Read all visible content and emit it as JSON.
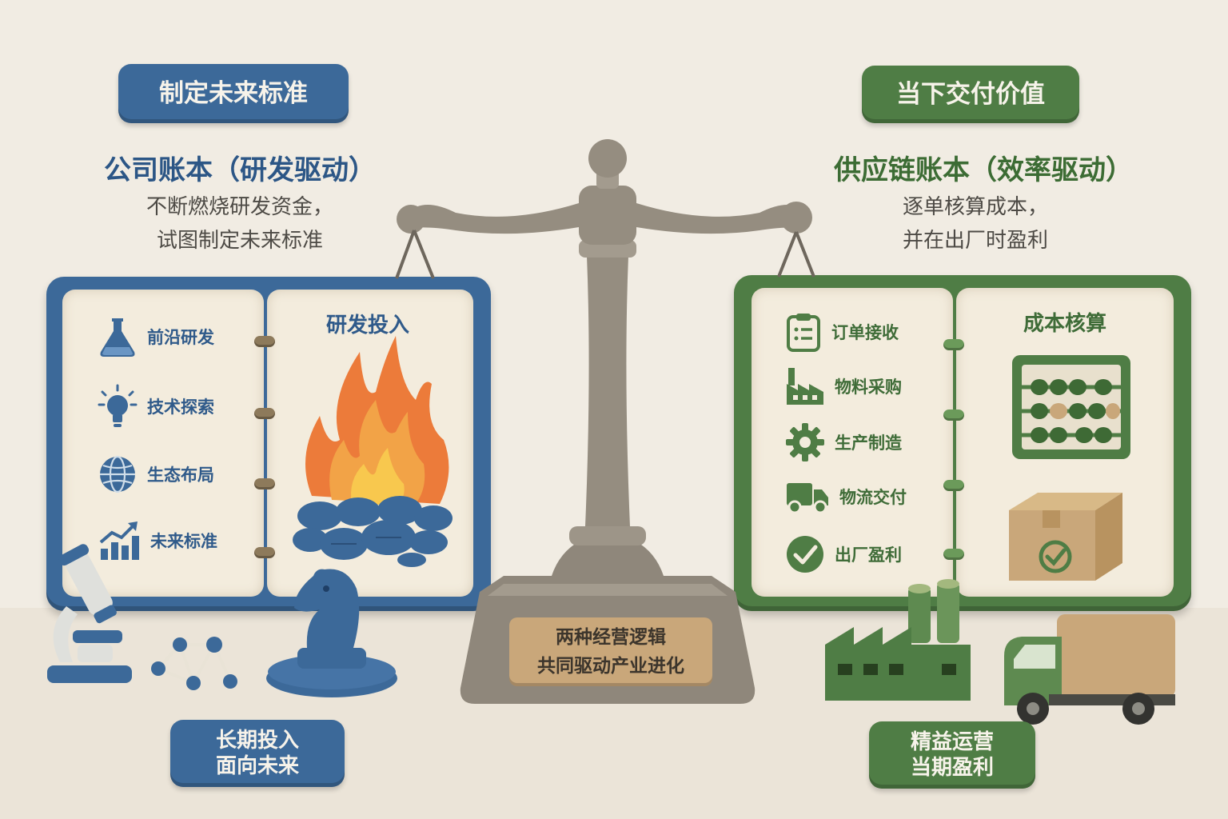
{
  "left": {
    "badge": "制定未来标准",
    "title": "公司账本（研发驱动）",
    "desc_line1": "不断燃烧研发资金，",
    "desc_line2": "试图制定未来标准",
    "book": {
      "items": [
        {
          "label": "前沿研发",
          "icon": "flask-icon"
        },
        {
          "label": "技术探索",
          "icon": "lightbulb-icon"
        },
        {
          "label": "生态布局",
          "icon": "globe-icon"
        },
        {
          "label": "未来标准",
          "icon": "growth-chart-icon"
        }
      ],
      "page_title": "研发投入"
    },
    "footer_line1": "长期投入",
    "footer_line2": "面向未来",
    "color": "#3c6999"
  },
  "right": {
    "badge": "当下交付价值",
    "title": "供应链账本（效率驱动）",
    "desc_line1": "逐单核算成本，",
    "desc_line2": "并在出厂时盈利",
    "book": {
      "items": [
        {
          "label": "订单接收",
          "icon": "clipboard-icon"
        },
        {
          "label": "物料采购",
          "icon": "factory-icon"
        },
        {
          "label": "生产制造",
          "icon": "gear-icon"
        },
        {
          "label": "物流交付",
          "icon": "truck-icon"
        },
        {
          "label": "出厂盈利",
          "icon": "check-circle-icon"
        }
      ],
      "page_title": "成本核算"
    },
    "footer_line1": "精益运营",
    "footer_line2": "当期盈利",
    "color": "#4f7d45"
  },
  "center": {
    "plaque_line1": "两种经营逻辑",
    "plaque_line2": "共同驱动产业进化"
  }
}
